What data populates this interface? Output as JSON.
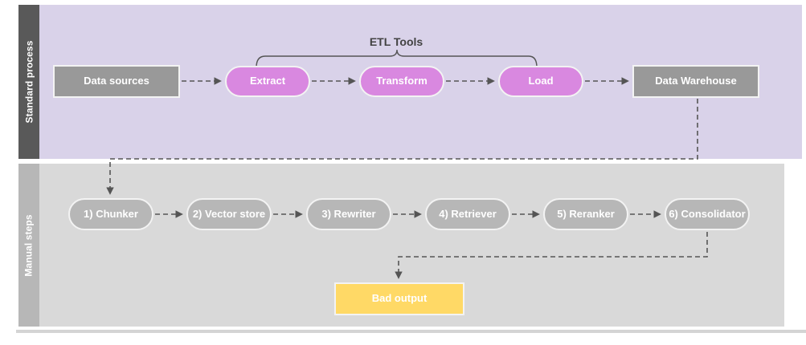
{
  "diagram": {
    "lanes": [
      {
        "id": "standard-process",
        "label": "Standard process",
        "background": "#d9d2e9",
        "strip_color": "#595959"
      },
      {
        "id": "manual-steps",
        "label": "Manual steps",
        "background": "#d9d9d9",
        "strip_color": "#b7b7b7"
      }
    ],
    "annotations": {
      "etl_bracket_label": "ETL Tools"
    },
    "nodes": {
      "data_sources": {
        "label": "Data sources",
        "shape": "rect",
        "color": "#999999"
      },
      "extract": {
        "label": "Extract",
        "shape": "pill",
        "color": "#d988e0"
      },
      "transform": {
        "label": "Transform",
        "shape": "pill",
        "color": "#d988e0"
      },
      "load": {
        "label": "Load",
        "shape": "pill",
        "color": "#d988e0"
      },
      "data_warehouse": {
        "label": "Data Warehouse",
        "shape": "rect",
        "color": "#999999"
      },
      "chunker": {
        "label": "1) Chunker",
        "shape": "pill",
        "color": "#b7b7b7"
      },
      "vector_store": {
        "label": "2) Vector store",
        "shape": "pill",
        "color": "#b7b7b7"
      },
      "rewriter": {
        "label": "3) Rewriter",
        "shape": "pill",
        "color": "#b7b7b7"
      },
      "retriever": {
        "label": "4) Retriever",
        "shape": "pill",
        "color": "#b7b7b7"
      },
      "reranker": {
        "label": "5) Reranker",
        "shape": "pill",
        "color": "#b7b7b7"
      },
      "consolidator": {
        "label": "6) Consolidator",
        "shape": "pill",
        "color": "#b7b7b7"
      },
      "bad_output": {
        "label": "Bad output",
        "shape": "rect",
        "color": "#ffd966"
      }
    },
    "edges": [
      {
        "from": "data_sources",
        "to": "extract",
        "style": "dashed-arrow"
      },
      {
        "from": "extract",
        "to": "transform",
        "style": "dashed-arrow"
      },
      {
        "from": "transform",
        "to": "load",
        "style": "dashed-arrow"
      },
      {
        "from": "load",
        "to": "data_warehouse",
        "style": "dashed-arrow"
      },
      {
        "from": "data_warehouse",
        "to": "chunker",
        "style": "dashed-arrow-elbow"
      },
      {
        "from": "chunker",
        "to": "vector_store",
        "style": "dashed-arrow"
      },
      {
        "from": "vector_store",
        "to": "rewriter",
        "style": "dashed-arrow"
      },
      {
        "from": "rewriter",
        "to": "retriever",
        "style": "dashed-arrow"
      },
      {
        "from": "retriever",
        "to": "reranker",
        "style": "dashed-arrow"
      },
      {
        "from": "reranker",
        "to": "consolidator",
        "style": "dashed-arrow"
      },
      {
        "from": "consolidator",
        "to": "bad_output",
        "style": "dashed-arrow-elbow"
      }
    ],
    "colors": {
      "connector": "#555555",
      "node_border": "#f3f3f3",
      "page_background": "#ffffff",
      "bottom_rule": "#d4d4d4"
    }
  }
}
